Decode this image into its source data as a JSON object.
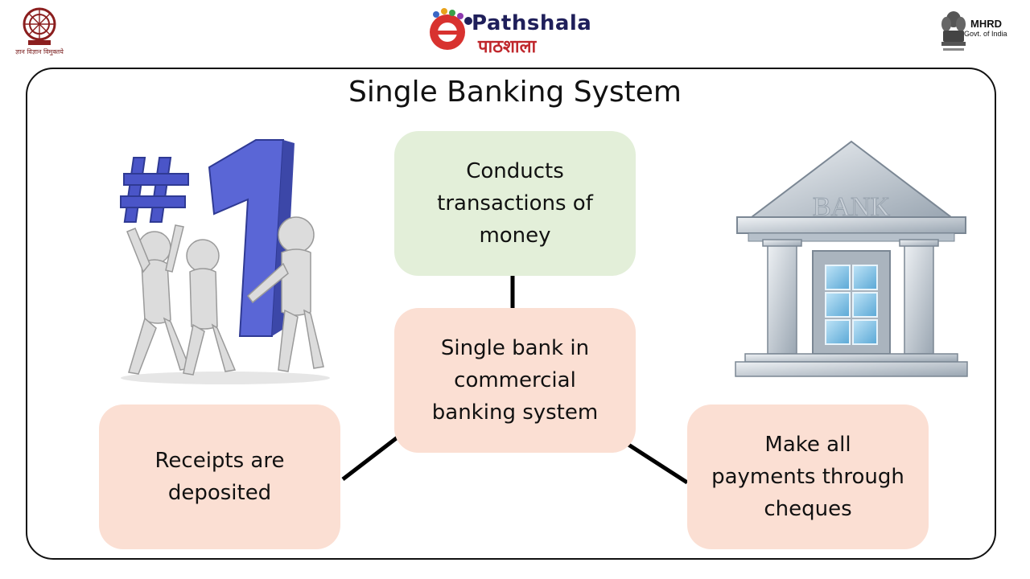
{
  "header": {
    "left_logo": {
      "motto": "ज्ञान विज्ञान विमुक्तये"
    },
    "center_logo": {
      "prefix": "e",
      "name": "Pathshala",
      "hindi": "पाठशाला"
    },
    "right_logo": {
      "org": "MHRD",
      "gov": "Govt. of India"
    }
  },
  "slide": {
    "title": "Single Banking System",
    "boxes": {
      "top": [
        "Conducts",
        "transactions of",
        "money"
      ],
      "center": [
        "Single bank in",
        "commercial",
        "banking system"
      ],
      "left": [
        "Receipts are",
        "deposited"
      ],
      "right": [
        "Make all",
        "payments through",
        "cheques"
      ]
    },
    "bank_sign": "BANK",
    "number_one": "#1"
  },
  "colors": {
    "green_box": "#e3efd9",
    "peach_box": "#fbdfd3",
    "frame": "#111111",
    "accent_red": "#c0282d",
    "accent_blue": "#4a55c8"
  }
}
